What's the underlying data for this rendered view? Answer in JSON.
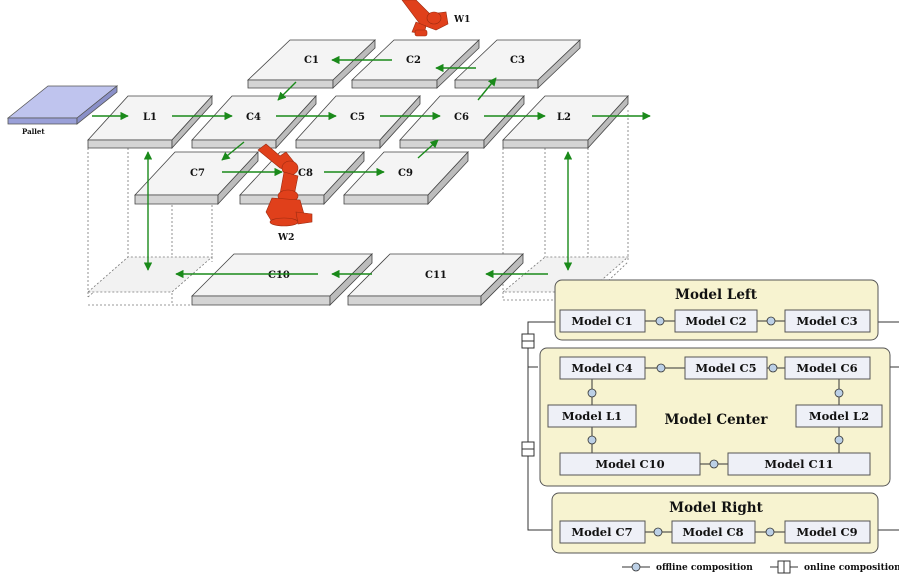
{
  "colors": {
    "arrow": "#1a8a1a",
    "panel_fill": "#f7f3d0",
    "box_fill": "#eef0f7",
    "robot": "#e0401b",
    "pallet": "#bfc4ee"
  },
  "robots": {
    "w1": "W1",
    "w2": "W2"
  },
  "pallet": {
    "label": "Pallet"
  },
  "conveyors": {
    "c1": "C1",
    "c2": "C2",
    "c3": "C3",
    "c4": "C4",
    "c5": "C5",
    "c6": "C6",
    "c7": "C7",
    "c8": "C8",
    "c9": "C9",
    "c10": "C10",
    "c11": "C11",
    "l1": "L1",
    "l2": "L2"
  },
  "model": {
    "left": {
      "title": "Model Left",
      "c1": "Model C1",
      "c2": "Model C2",
      "c3": "Model C3"
    },
    "center": {
      "title": "Model Center",
      "c4": "Model C4",
      "c5": "Model C5",
      "c6": "Model C6",
      "l1": "Model L1",
      "l2": "Model L2",
      "c10": "Model C10",
      "c11": "Model C11"
    },
    "right": {
      "title": "Model Right",
      "c7": "Model C7",
      "c8": "Model C8",
      "c9": "Model C9"
    }
  },
  "legend": {
    "offline": "offline composition",
    "online": "online composition"
  }
}
